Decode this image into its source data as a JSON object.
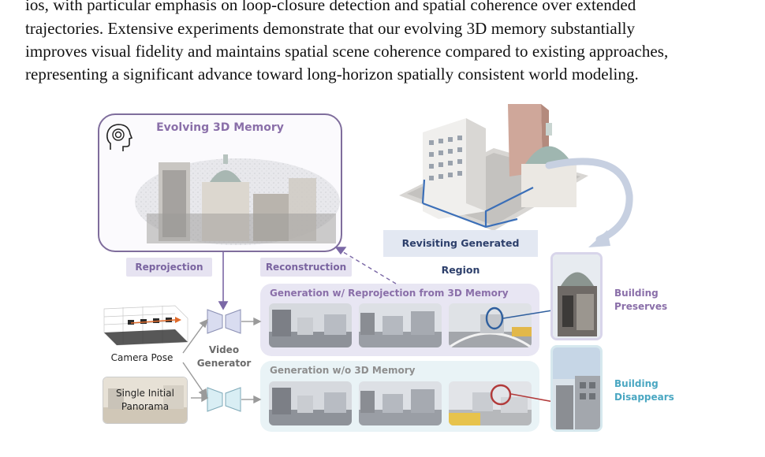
{
  "paragraph": {
    "lines": [
      "ios, with particular emphasis on loop-closure detection and spatial coherence over extended",
      "trajectories. Extensive experiments demonstrate that our evolving 3D memory substantially",
      "improves visual fidelity and maintains spatial scene coherence compared to existing approaches,",
      "representing a significant advance toward long-horizon spatially consistent world modeling."
    ]
  },
  "figure": {
    "memory_title": "Evolving 3D Memory",
    "reprojection_label": "Reprojection",
    "reconstruction_label": "Reconstruction",
    "revisit_label": "Revisiting Generated Region",
    "gen_with_title": "Generation w/ Reprojection from 3D Memory",
    "gen_without_title": "Generation w/o 3D Memory",
    "camera_pose_label": "Camera Pose",
    "video_generator_label": "Video Generator",
    "panorama_label": "Single Initial Panorama",
    "preserves_label": "Building Preserves",
    "disappears_label": "Building Disappears",
    "colors": {
      "purple": "#8a6fa9",
      "purple_border": "#7f6d9c",
      "tag_bg": "#e6e3f1",
      "gen_with_bg": "#e8e6f3",
      "gen_without_bg": "#e9f3f6",
      "teal": "#4aa7c2",
      "navy": "#2d3f6b",
      "highlight_blue": "#2f5f9e",
      "highlight_red": "#b23a3a"
    },
    "icons": [
      "head-memory-icon",
      "camera-trajectory-icon",
      "video-generator-icon",
      "loop-arrow-icon"
    ]
  }
}
